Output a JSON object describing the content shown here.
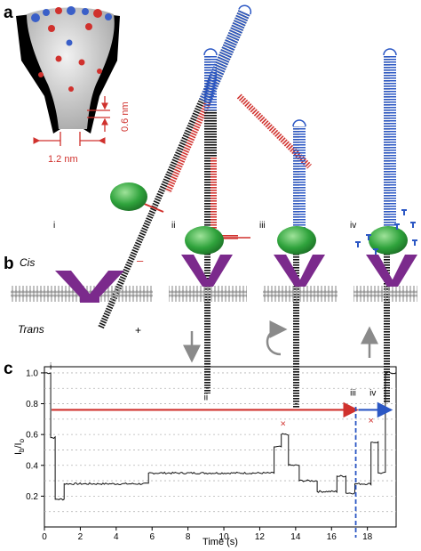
{
  "panels": {
    "a": {
      "letter": "a",
      "dim_width": "1.2 nm",
      "dim_height": "0.6 nm"
    },
    "b": {
      "letter": "b",
      "steps": [
        "i",
        "ii",
        "iii",
        "iv"
      ],
      "cis_label": "Cis",
      "trans_label": "Trans",
      "cis_sign": "–",
      "trans_sign": "+"
    },
    "c": {
      "letter": "c"
    }
  },
  "colors": {
    "blue_strand": "#2b57c4",
    "red_strand": "#d0312d",
    "black_strand": "#111111",
    "enzyme": "#2fa33c",
    "pore": "#7b2a8c",
    "membrane": "#9a9a9a",
    "arrow_grey": "#8a8a8a"
  },
  "chart_data": {
    "type": "line",
    "xlabel": "Time (s)",
    "ylabel": "I",
    "ylabel_sub": "b",
    "ylabel_mid": "/I",
    "ylabel_sub2": "o",
    "xlim": [
      0,
      19.6
    ],
    "ylim": [
      0.0,
      1.04
    ],
    "x_ticks": [
      0,
      2,
      4,
      6,
      8,
      10,
      12,
      14,
      16,
      18
    ],
    "y_ticks": [
      0.2,
      0.4,
      0.6,
      0.8,
      1.0
    ],
    "y_tick_labels": [
      "0.2",
      "0.4",
      "0.6",
      "0.8",
      "1.0"
    ],
    "grid": "horizontal-dotted",
    "step_labels": [
      {
        "text": "i",
        "x": 0.35,
        "y": 1.0
      },
      {
        "text": "ii",
        "x": 9.0,
        "y": 0.8
      },
      {
        "text": "iii",
        "x": 17.2,
        "y": 0.83
      },
      {
        "text": "iv",
        "x": 18.3,
        "y": 0.83
      }
    ],
    "segments": [
      {
        "x0": 0.0,
        "x1": 0.35,
        "y": 1.0
      },
      {
        "x0": 0.35,
        "x1": 0.6,
        "y": 0.58
      },
      {
        "x0": 0.6,
        "x1": 1.1,
        "y": 0.18
      },
      {
        "x0": 1.1,
        "x1": 5.8,
        "y": 0.28
      },
      {
        "x0": 5.8,
        "x1": 12.8,
        "y": 0.35
      },
      {
        "x0": 12.8,
        "x1": 13.2,
        "y": 0.52
      },
      {
        "x0": 13.2,
        "x1": 13.6,
        "y": 0.6
      },
      {
        "x0": 13.6,
        "x1": 14.2,
        "y": 0.4
      },
      {
        "x0": 14.2,
        "x1": 15.2,
        "y": 0.3
      },
      {
        "x0": 15.2,
        "x1": 16.3,
        "y": 0.23
      },
      {
        "x0": 16.3,
        "x1": 16.8,
        "y": 0.33
      },
      {
        "x0": 16.8,
        "x1": 17.3,
        "y": 0.22
      },
      {
        "x0": 17.3,
        "x1": 18.2,
        "y": 0.28
      },
      {
        "x0": 18.2,
        "x1": 18.6,
        "y": 0.55
      },
      {
        "x0": 18.6,
        "x1": 19.0,
        "y": 0.35
      },
      {
        "x0": 19.0,
        "x1": 19.6,
        "y": 1.0
      }
    ],
    "red_arrow": {
      "x0": 0.4,
      "x1": 17.3,
      "y": 0.76
    },
    "blue_arrow": {
      "x0": 17.5,
      "x1": 19.2,
      "y": 0.76
    },
    "red_x_marks": [
      {
        "x": 13.3,
        "y": 0.65
      },
      {
        "x": 18.2,
        "y": 0.67
      }
    ],
    "dashed_line_x": 17.35
  }
}
